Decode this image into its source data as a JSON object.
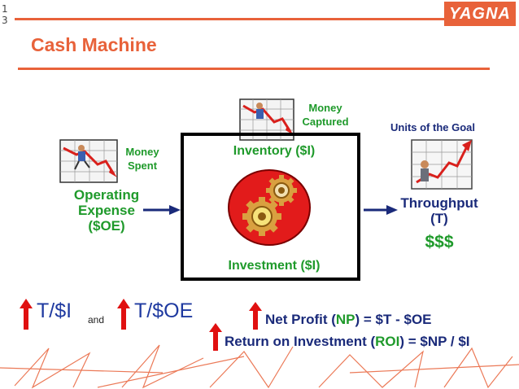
{
  "page_number": "1\n3",
  "header": {
    "logo": "YAGNA",
    "title": "Cash Machine"
  },
  "left": {
    "money_spent": "Money\nSpent",
    "operating_expense": "Operating\nExpense\n($OE)"
  },
  "center": {
    "money_captured": "Money\nCaptured",
    "inventory": "Inventory ($I)",
    "investment": "Investment ($I)"
  },
  "right": {
    "units_goal": "Units of the Goal",
    "throughput": "Throughput\n(T)",
    "dollars": "$$$"
  },
  "bottom": {
    "t_per_i": "T/$I",
    "and": "and",
    "t_per_oe": "T/$OE",
    "net_profit_label": "Net Profit (",
    "np_abbr": "NP",
    "net_profit_formula": ") = $T - $OE",
    "roi_label": "Return on Investment (",
    "roi_abbr": "ROI",
    "roi_formula": ") = $NP / $I"
  },
  "colors": {
    "accent": "#e8623a",
    "green": "#1f9a2b",
    "navy": "#1a2a7a",
    "red_arrow": "#e01010",
    "gear_red": "#e21b1b"
  },
  "icons": [
    "falling-chart-icon",
    "rising-chart-icon",
    "gears-icon",
    "up-arrow-icon",
    "right-arrow-icon"
  ]
}
